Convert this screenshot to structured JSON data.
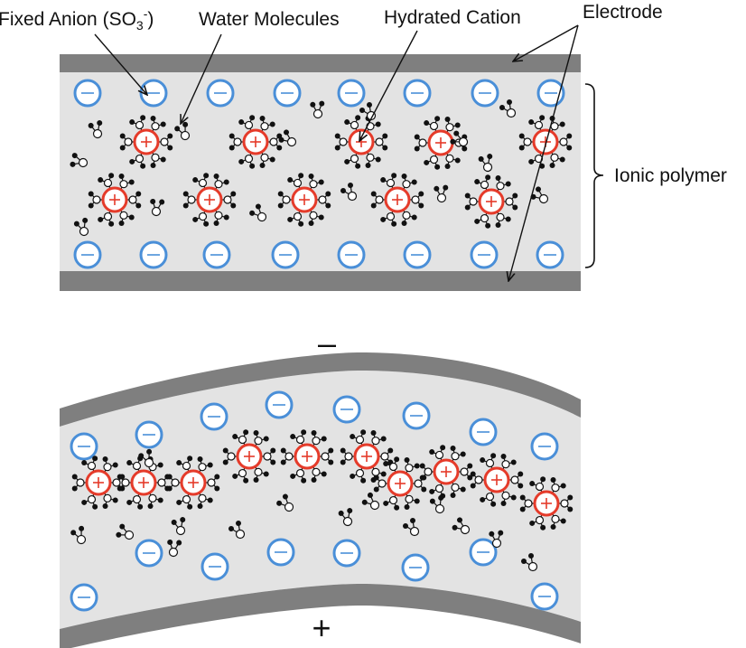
{
  "labels": {
    "fixed_anion_prefix": "Fixed Anion (SO",
    "fixed_anion_sub": "3",
    "fixed_anion_sup": "-",
    "fixed_anion_close": ")",
    "water_molecules": "Water Molecules",
    "hydrated_cation": "Hydrated Cation",
    "electrode": "Electrode",
    "ionic_polymer": "Ionic polymer"
  },
  "polarity": {
    "top": "–",
    "bottom": "+"
  },
  "symbols": {
    "anion": "–",
    "cation": "+"
  },
  "colors": {
    "electrode": "#7f7f7f",
    "polymer_fill": "#e3e3e3",
    "anion_ring": "#4a8fd8",
    "cation_ring": "#e53b2a",
    "text": "#111111"
  }
}
